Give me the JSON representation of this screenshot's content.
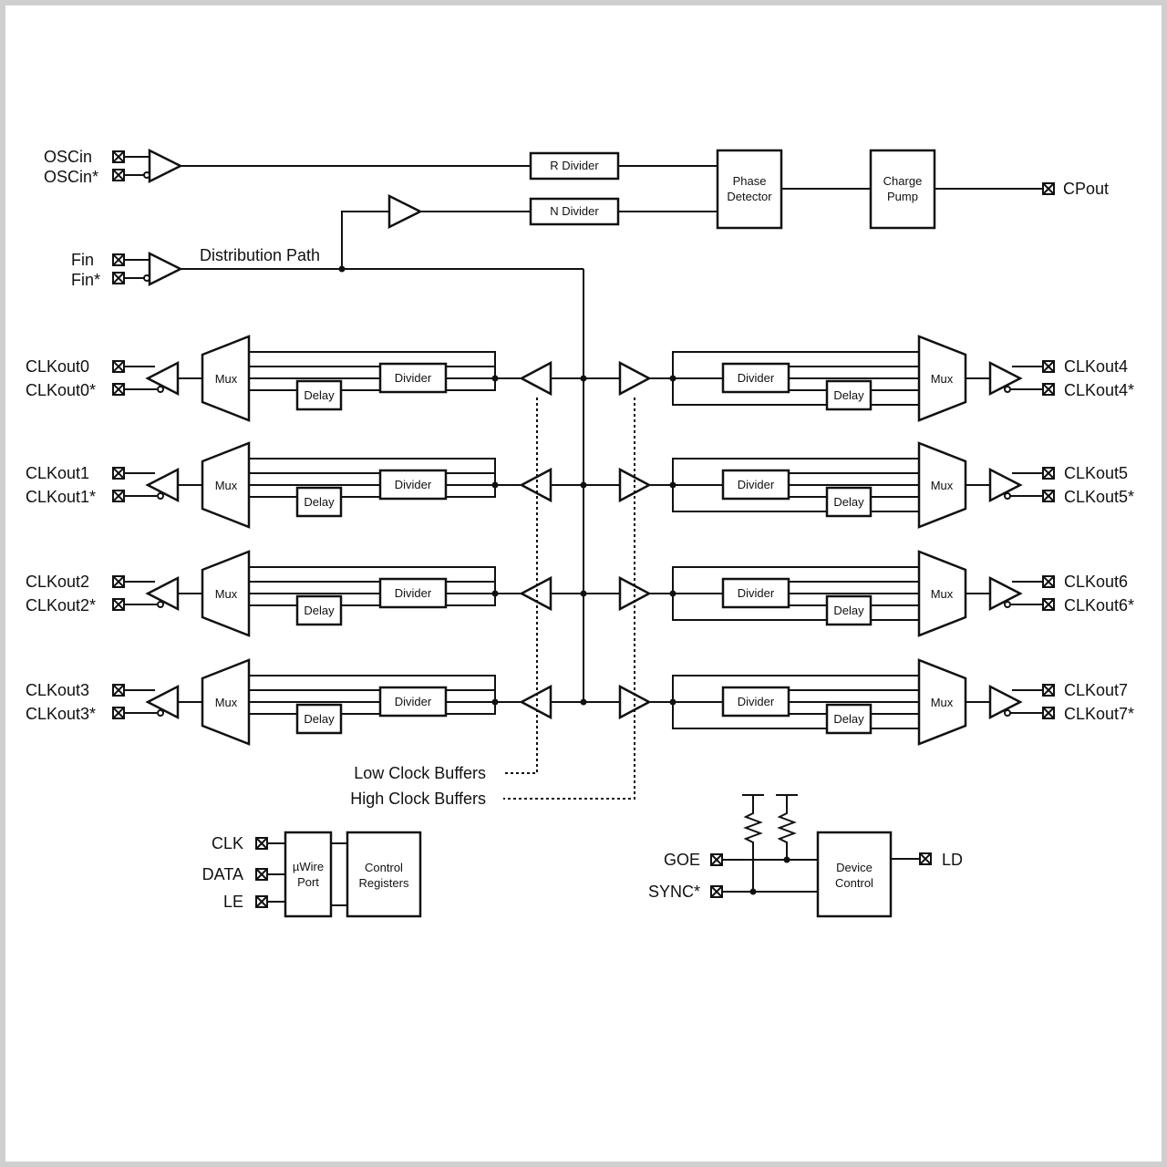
{
  "pins": {
    "oscin": "OSCin",
    "oscin_n": "OSCin*",
    "fin": "Fin",
    "fin_n": "Fin*",
    "cpout": "CPout",
    "clk": "CLK",
    "data": "DATA",
    "le": "LE",
    "goe": "GOE",
    "sync": "SYNC*",
    "ld": "LD"
  },
  "blocks": {
    "r_divider": "R Divider",
    "n_divider": "N Divider",
    "phase_detector_1": "Phase",
    "phase_detector_2": "Detector",
    "charge_pump_1": "Charge",
    "charge_pump_2": "Pump",
    "uwire_1": "µWire",
    "uwire_2": "Port",
    "control_registers_1": "Control",
    "control_registers_2": "Registers",
    "device_control_1": "Device",
    "device_control_2": "Control"
  },
  "labels": {
    "distribution_path": "Distribution Path",
    "low_clock_buffers": "Low Clock Buffers",
    "high_clock_buffers": "High Clock Buffers"
  },
  "channel_block_labels": {
    "mux": "Mux",
    "divider": "Divider",
    "delay": "Delay"
  },
  "left_channels": [
    {
      "p": "CLKout0",
      "n": "CLKout0*"
    },
    {
      "p": "CLKout1",
      "n": "CLKout1*"
    },
    {
      "p": "CLKout2",
      "n": "CLKout2*"
    },
    {
      "p": "CLKout3",
      "n": "CLKout3*"
    }
  ],
  "right_channels": [
    {
      "p": "CLKout4",
      "n": "CLKout4*"
    },
    {
      "p": "CLKout5",
      "n": "CLKout5*"
    },
    {
      "p": "CLKout6",
      "n": "CLKout6*"
    },
    {
      "p": "CLKout7",
      "n": "CLKout7*"
    }
  ]
}
